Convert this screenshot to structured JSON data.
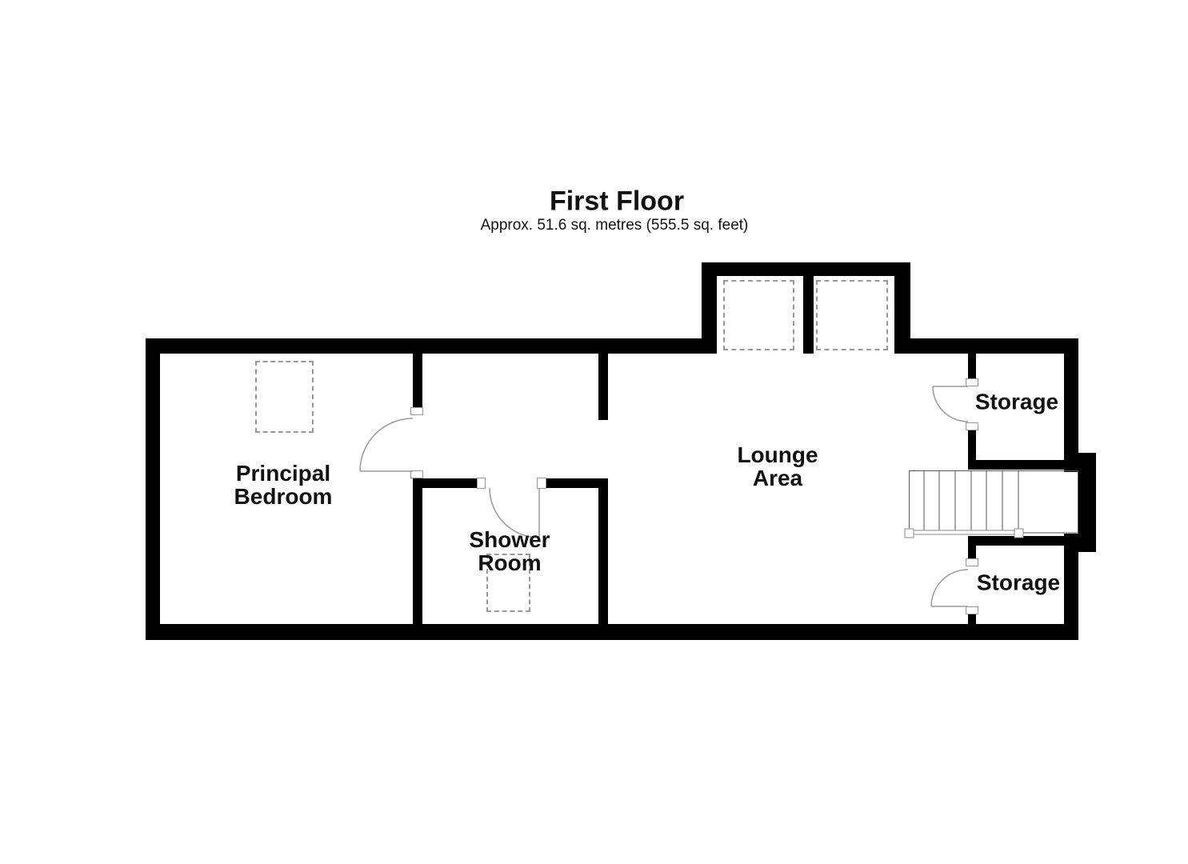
{
  "page": {
    "title": "First Floor",
    "subtitle": "Approx. 51.6 sq. metres (555.5 sq. feet)"
  },
  "rooms": {
    "principal_bedroom": {
      "line1": "Principal",
      "line2": "Bedroom"
    },
    "shower_room": {
      "line1": "Shower",
      "line2": "Room"
    },
    "lounge_area": {
      "line1": "Lounge",
      "line2": "Area"
    },
    "storage_top": {
      "label": "Storage"
    },
    "storage_bottom": {
      "label": "Storage"
    }
  },
  "colors": {
    "wall": "#000000",
    "background": "#ffffff",
    "text": "#111111",
    "door_line": "#9a9a9a",
    "stair_line": "#555555",
    "rail_line": "#888888",
    "fixture_dash": "#999999"
  }
}
